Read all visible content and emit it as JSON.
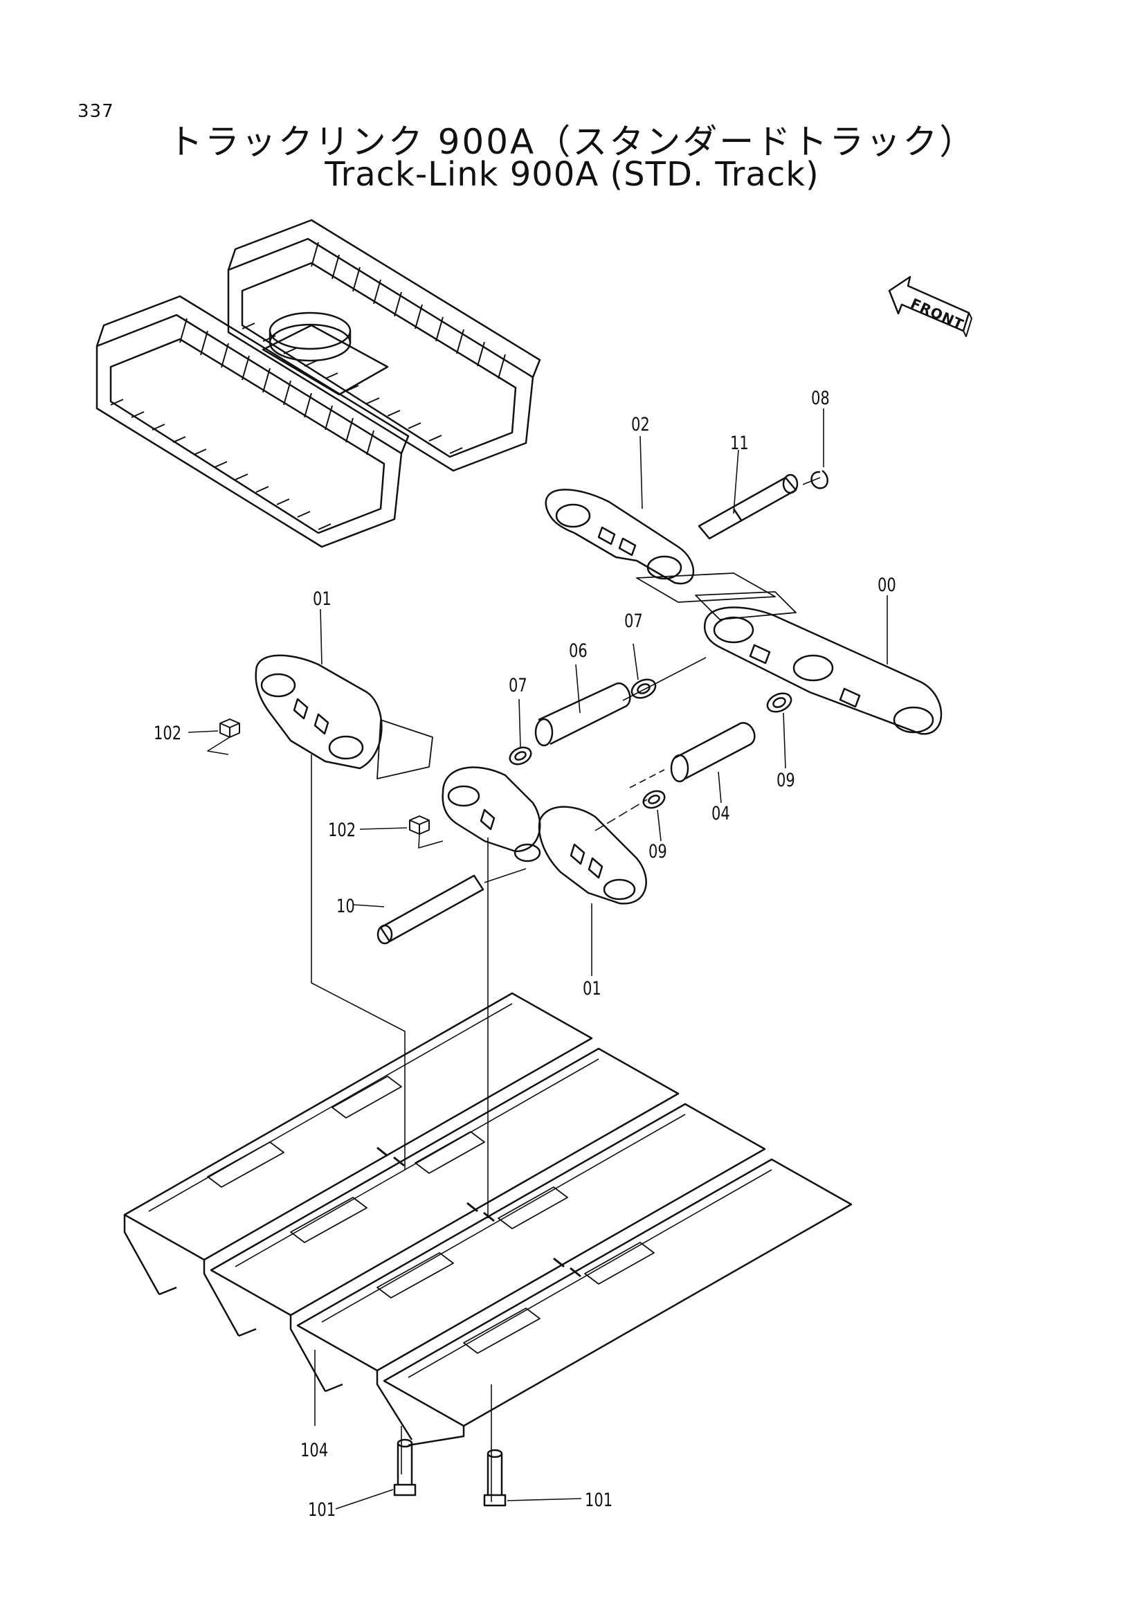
{
  "page": {
    "number": "337"
  },
  "title": {
    "japanese": "トラックリンク 900A（スタンダードトラック）",
    "english": "Track-Link 900A (STD. Track)"
  },
  "front_indicator": "FRONT",
  "callouts": {
    "c00": "00",
    "c01_top": "01",
    "c01_bottom": "01",
    "c02": "02",
    "c04": "04",
    "c06": "06",
    "c07_left": "07",
    "c07_right": "07",
    "c08": "08",
    "c09_left": "09",
    "c09_right": "09",
    "c10": "10",
    "c11": "11",
    "c101_left": "101",
    "c101_right": "101",
    "c102_top": "102",
    "c102_bottom": "102",
    "c104": "104"
  }
}
